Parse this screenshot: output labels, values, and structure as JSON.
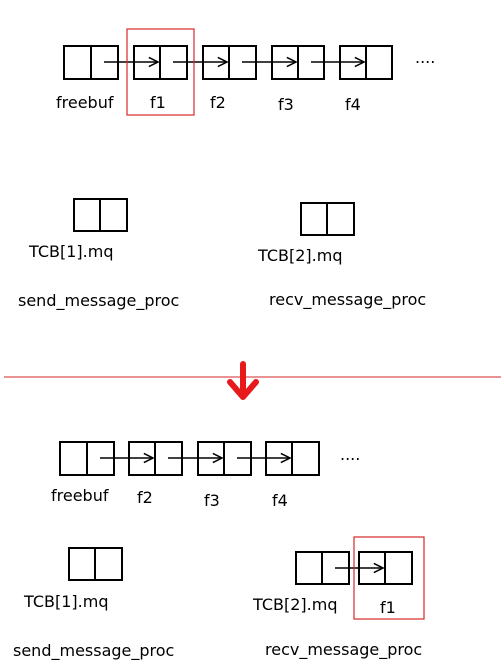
{
  "top": {
    "labels": {
      "freebuf": "freebuf",
      "f1": "f1",
      "f2": "f2",
      "f3": "f3",
      "f4": "f4",
      "ellipsis": "....",
      "tcb1": "TCB[1].mq",
      "tcb2": "TCB[2].mq",
      "send": "send_message_proc",
      "recv": "recv_message_proc"
    }
  },
  "bottom": {
    "labels": {
      "freebuf": "freebuf",
      "f2": "f2",
      "f3": "f3",
      "f4": "f4",
      "ellipsis": "....",
      "tcb1": "TCB[1].mq",
      "tcb2": "TCB[2].mq",
      "f1": "f1",
      "send": "send_message_proc",
      "recv": "recv_message_proc"
    }
  },
  "colors": {
    "highlight": "#d62728",
    "transition_arrow": "#e8191b",
    "separator": "#d62728"
  }
}
